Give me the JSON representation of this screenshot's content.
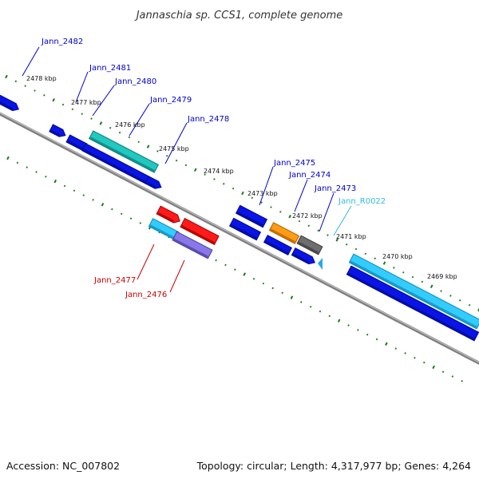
{
  "title": "Jannaschia sp. CCS1, complete genome",
  "accession": "Accession: NC_007802",
  "topology": "Topology: circular; Length: 4,317,977 bp; Genes: 4,264",
  "colors": {
    "backbone": "#808080",
    "tick": "#1a7a1a",
    "blue": "#0a14e6",
    "blue_dark": "#000a8c",
    "teal": "#20c8c0",
    "teal_dark": "#0a7a78",
    "cyan": "#33ccff",
    "cyan_dark": "#0a8ab4",
    "red": "#ff1a1a",
    "red_dark": "#a00000",
    "purple": "#8878e8",
    "purple_dark": "#4a3aa0",
    "orange": "#ff9c14",
    "orange_dark": "#b05e00",
    "gray": "#6e6e6e",
    "gray_dark": "#3a3a3a",
    "label_blue": "#0000cc",
    "label_red": "#cc0000",
    "label_cyan": "#33bbdd"
  },
  "kbp_labels": [
    "2478 kbp",
    "2477 kbp",
    "2476 kbp",
    "2475 kbp",
    "2474 kbp",
    "2473 kbp",
    "2472 kbp",
    "2471 kbp",
    "2470 kbp",
    "2469 kbp"
  ],
  "gene_labels": [
    "Jann_2482",
    "Jann_2481",
    "Jann_2480",
    "Jann_2479",
    "Jann_2478",
    "Jann_2475",
    "Jann_2474",
    "Jann_2473",
    "Jann_R0022",
    "Jann_2477",
    "Jann_2476"
  ]
}
